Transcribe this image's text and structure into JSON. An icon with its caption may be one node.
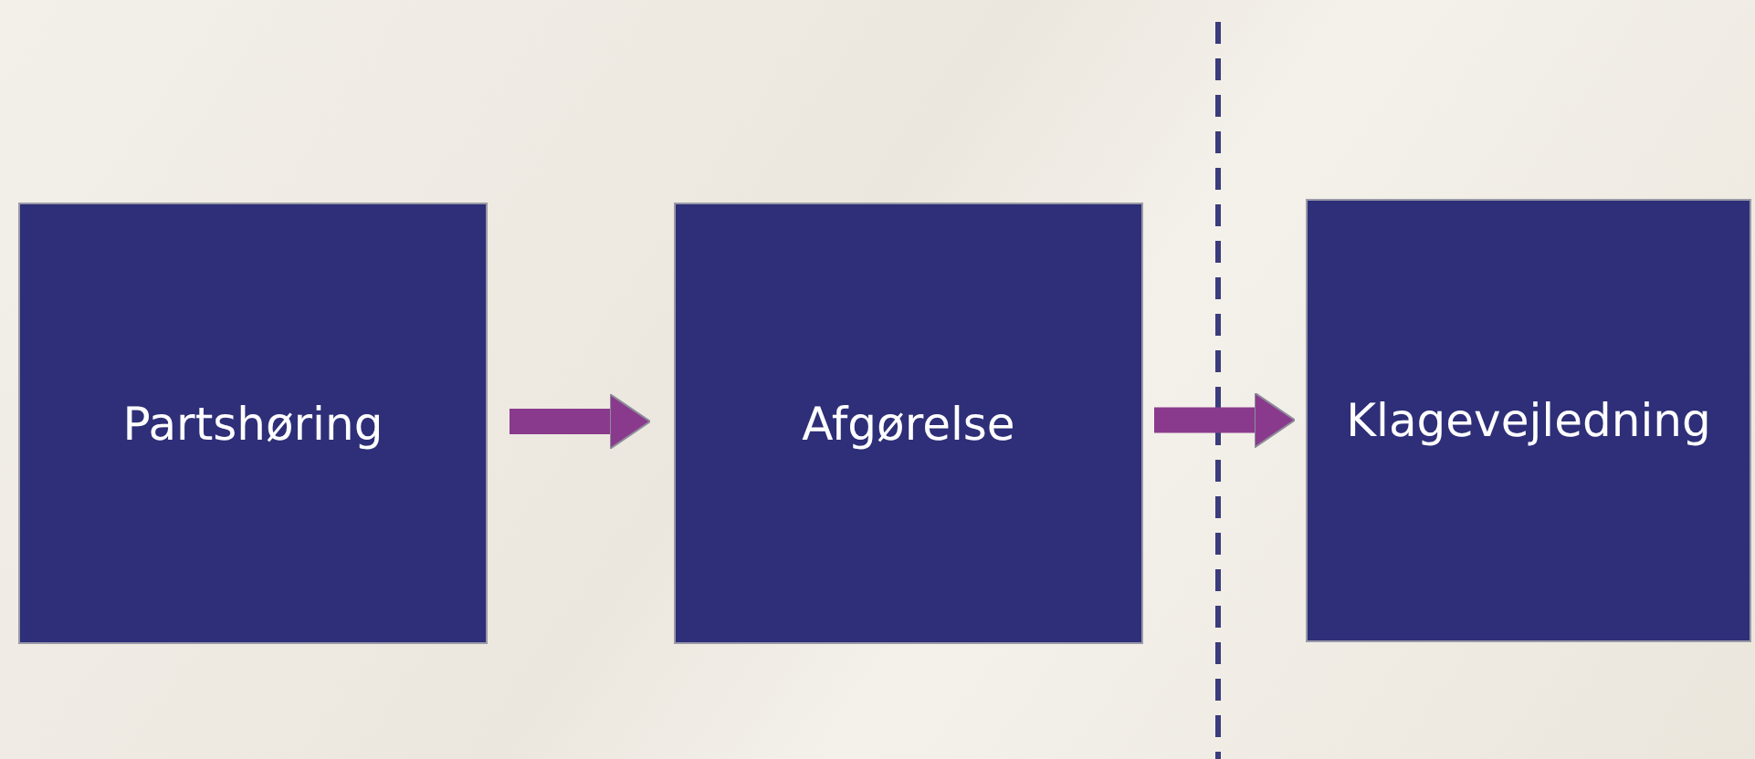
{
  "diagram": {
    "nodes": [
      {
        "text": [
          "Partshøring"
        ]
      },
      {
        "text": [
          "Afgørelse"
        ]
      },
      {
        "text": [
          "Klagevejledning"
        ]
      }
    ],
    "edges": [
      {
        "from": 0,
        "to": 1,
        "arrow": "to"
      },
      {
        "from": 1,
        "to": 2,
        "arrow": "to"
      }
    ]
  }
}
